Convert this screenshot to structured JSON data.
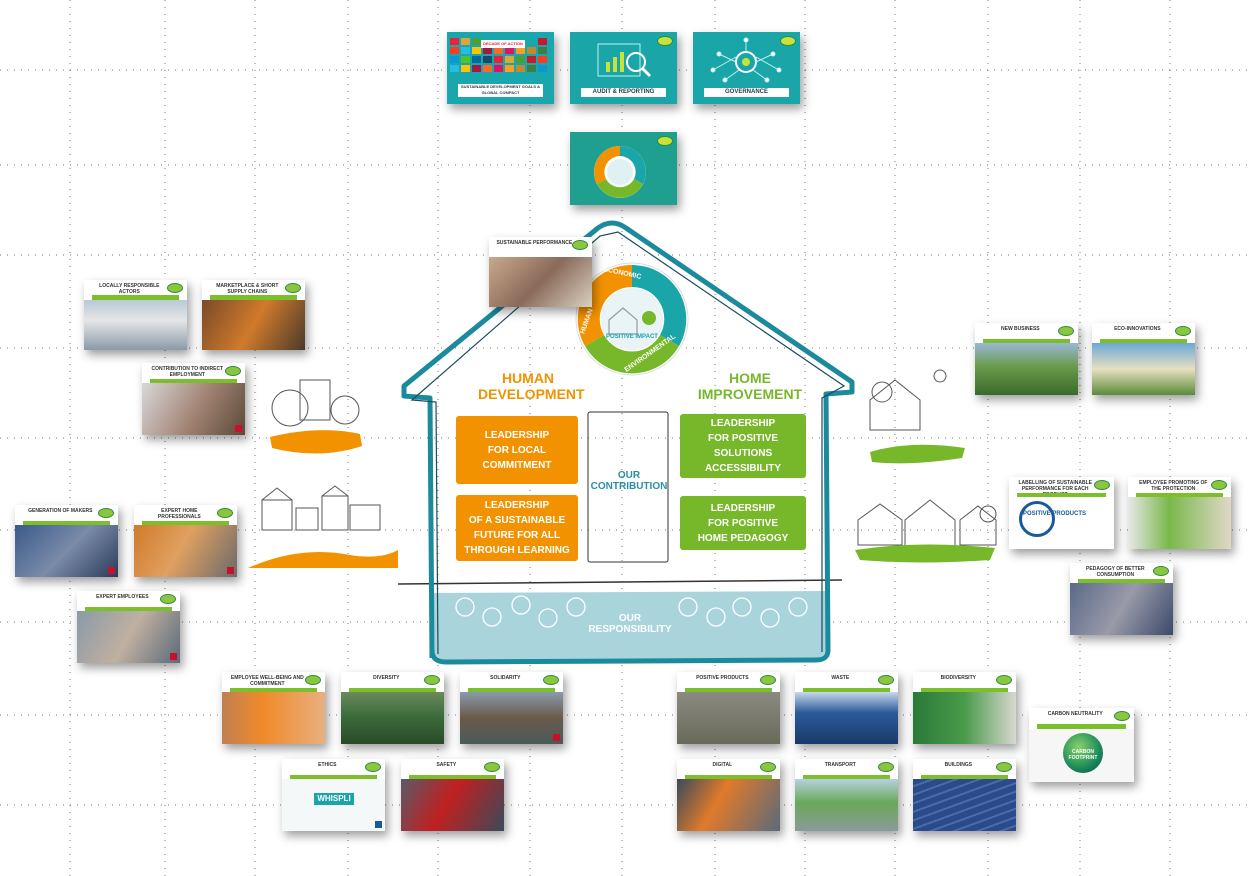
{
  "house": {
    "human_development": "HUMAN\nDEVELOPMENT",
    "home_improvement": "HOME\nIMPROVEMENT",
    "box_local": "LEADERSHIP\nFOR LOCAL\nCOMMITMENT",
    "box_future": "LEADERSHIP\nOF A SUSTAINABLE\nFUTURE FOR ALL\nTHROUGH LEARNING",
    "box_solutions": "LEADERSHIP\nFOR POSITIVE\nSOLUTIONS\nACCESSIBILITY",
    "box_pedagogy": "LEADERSHIP\nFOR POSITIVE\nHOME PEDAGOGY",
    "our_contribution": "OUR\nCONTRIBUTION",
    "our_responsibility": "OUR\nRESPONSIBILITY"
  },
  "wheel": {
    "economic": "ECONOMIC",
    "human": "HUMAN",
    "environmental": "ENVIRONMENTAL",
    "center": "POSITIVE IMPACT"
  },
  "top_cards": [
    {
      "label": "SUSTAINABLE DEVELOPMENT GOALS & GLOBAL COMPACT"
    },
    {
      "label": "AUDIT & REPORTING"
    },
    {
      "label": "GOVERNANCE"
    }
  ],
  "sdg_banner": "DECADE OF ACTION",
  "cards": {
    "sustainable_performance": "SUSTAINABLE PERFORMANCE",
    "locally_responsible_actors": "LOCALLY RESPONSIBLE ACTORS",
    "marketplace": "MARKETPLACE & SHORT SUPPLY CHAINS",
    "indirect_employment": "CONTRIBUTION TO INDIRECT EMPLOYMENT",
    "generation_of_makers": "GENERATION OF MAKERS",
    "expert_home_professionals": "EXPERT HOME PROFESSIONALS",
    "expert_employees": "EXPERT EMPLOYEES",
    "new_business": "NEW BUSINESS",
    "eco_innovations": "ECO-INNOVATIONS",
    "labelling": "LABELLING OF SUSTAINABLE PERFORMANCE FOR EACH PRODUCT",
    "employee_promoting": "EMPLOYEE PROMOTING OF THE PROTECTION",
    "pedagogy_consumption": "PEDAGOGY OF BETTER CONSUMPTION",
    "employee_wellbeing": "EMPLOYEE WELL-BEING AND COMMITMENT",
    "diversity": "DIVERSITY",
    "solidarity": "SOLIDARITY",
    "ethics": "ETHICS",
    "safety": "SAFETY",
    "positive_products": "POSITIVE PRODUCTS",
    "waste": "WASTE",
    "biodiversity": "BIODIVERSITY",
    "digital": "DIGITAL",
    "transport": "TRANSPORT",
    "buildings": "BUILDINGS",
    "carbon_neutrality": "CARBON NEUTRALITY"
  },
  "ethics_logo": "WHISPLI",
  "positive_products_logo": "POSITIVE PRODUCTS",
  "carbon_footprint_text": "CARBON FOOTPRINT",
  "colors": {
    "orange": "#f39200",
    "green": "#76b82a",
    "teal": "#1aa5a8",
    "house_outline": "#1a8a9c",
    "foundation": "#a9d4dc"
  }
}
